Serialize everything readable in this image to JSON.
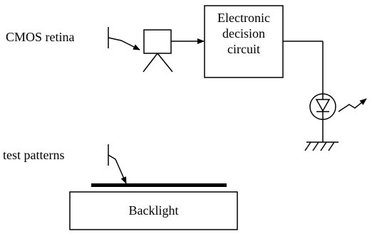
{
  "labels": {
    "cmos_retina": "CMOS retina",
    "decision_circuit_line1": "Electronic",
    "decision_circuit_line2": "decision",
    "decision_circuit_line3": "circuit",
    "test_patterns": "test patterns",
    "backlight": "Backlight"
  },
  "icons": {
    "camera": "camera-icon",
    "led": "led-diode-icon",
    "ground": "ground-icon",
    "light_emission": "light-emission-icon"
  },
  "colors": {
    "stroke": "#000000",
    "background": "#ffffff"
  }
}
